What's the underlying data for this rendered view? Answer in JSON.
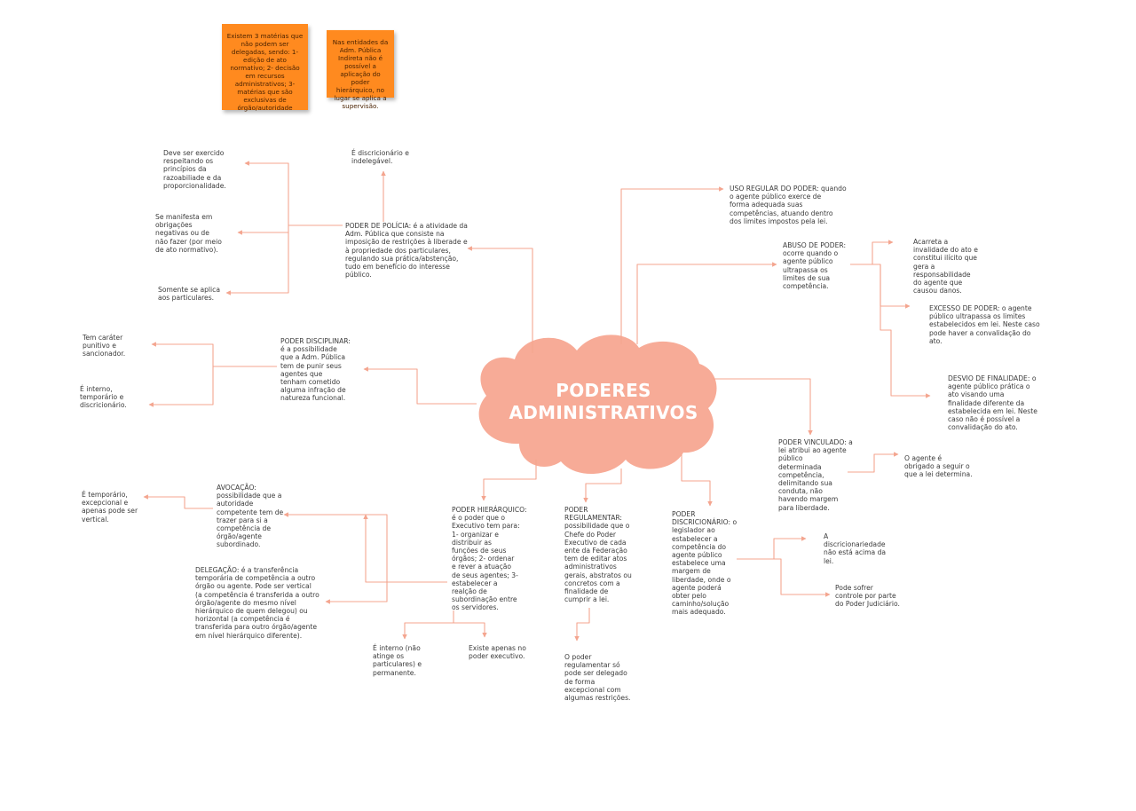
{
  "central_topic": "PODERES\nADMINISTRATIVOS",
  "colors": {
    "connector": "#f4a58f",
    "cloud": "#f7ab97",
    "sticky": "#ff8a1f"
  },
  "sticky_notes": {
    "delegacao_materias": "Existem 3 matérias que não podem ser delegadas, sendo: 1- edição de ato normativo; 2- decisão em recursos administrativos; 3- matérias que são exclusivas de órgão/autoridade",
    "indireta": "Nas entidades da Adm. Pública Indireta não é possível a aplicação do poder hierárquico, no lugar se aplica a supervisão."
  },
  "nodes": {
    "policia": "PODER DE POLÍCIA: é a atividade da\nAdm. Pública que consiste na\nimposição de restrições à liberade e\nà propriedade dos particulares,\nregulando sua prática/abstenção,\ntudo em benefício do interesse\npúblico.",
    "policia_discricionario": "É discricionário e\nindelegável.",
    "policia_razoabilidade": "Deve ser exercido\nrespeitando os\nprincípios da\nrazoabiliade e da\nproporcionalidade.",
    "policia_obrigacoes": "Se manifesta em\nobrigações\nnegativas ou de\nnão fazer (por meio\nde ato normativo).",
    "policia_particulares": "Somente se aplica\naos particulares.",
    "disciplinar": "PODER DISCIPLINAR:\né a possibilidade\nque a Adm. Pública\ntem de punir seus\nagentes que\ntenham cometido\nalguma infração de\nnatureza funcional.",
    "disciplinar_punitivo": "Tem caráter\npunitivo e\nsancionador.",
    "disciplinar_interno": "É interno,\ntemporário e\ndiscricionário.",
    "uso_regular": "USO REGULAR DO PODER: quando\no agente público exerce de\nforma adequada suas\ncompetências, atuando dentro\ndos limites impostos pela lei.",
    "abuso": "ABUSO DE PODER:\nocorre quando o\nagente público\nultrapassa os\nlimites de sua\ncompetência.",
    "abuso_invalidade": "Acarreta a\ninvalidade do ato e\nconstitui ilícito que\ngera a\nresponsabilidade\ndo agente que\ncausou danos.",
    "excesso": "EXCESSO DE PODER: o agente\npúblico ultrapassa os limites\nestabelecidos em lei. Neste caso\npode haver a convalidação do\nato.",
    "desvio": "DESVIO DE FINALIDADE: o\nagente público prática o\nato visando uma\nfinalidade diferente da\nestabelecida em lei. Neste\ncaso não é possível a\nconvalidação do ato.",
    "vinculado": "PODER VINCULADO: a\nlei atribui ao agente\npúblico\ndeterminada\ncompetência,\ndelimitando sua\nconduta, não\nhavendo margem\npara liberdade.",
    "vinculado_obrigado": "O agente é\nobrigado a seguir o\nque a lei determina.",
    "discricionario": "PODER\nDISCRICIONÁRIO: o\nlegislador ao\nestabelecer a\ncompetência do\nagente público\nestabelece uma\nmargem de\nliberdade, onde o\nagente poderá\nobter pelo\ncaminho/solução\nmais adequado.",
    "discricionario_lei": "A\ndiscricionariedade\nnão está acima da\nlei.",
    "discricionario_controle": "Pode sofrer\ncontrole por parte\ndo Poder Judiciário.",
    "regulamentar": "PODER\nREGULAMENTAR:\npossibilidade que o\nChefe do Poder\nExecutivo de cada\nente da Federação\ntem de editar atos\nadministrativos\ngerais, abstratos ou\nconcretos com a\nfinalidade de\ncumprir a lei.",
    "regulamentar_delegado": "O poder\nregulamentar só\npode ser delegado\nde forma\nexcepcional com\nalgumas restrições.",
    "hierarquico": "PODER HIERÁRQUICO:\né o poder que o\nExecutivo tem para:\n1- organizar e\ndistribuir as\nfunções de seus\nórgãos; 2- ordenar\ne rever a atuação\nde seus agentes; 3-\nestabelecer a\nrealção de\nsubordinação entre\nos servidores.",
    "hierarquico_interno": "É interno (não\natinge os\nparticulares) e\npermanente.",
    "hierarquico_executivo": "Existe apenas no\npoder executivo.",
    "avocacao": "AVOCAÇÃO:\npossibilidade que a\nautoridade\ncompetente tem de\ntrazer para si a\ncompetência de\nórgão/agente\nsubordinado.",
    "avocacao_temporario": "É temporário,\nexcepcional e\napenas pode ser\nvertical.",
    "delegacao": "DELEGAÇÃO: é a transferência\ntemporária de competência a outro\nórgão ou agente. Pode ser vertical\n(a competência é transferida a outro\nórgão/agente do mesmo nível\nhierárquico de quem delegou) ou\nhorizontal (a competência é\ntransferida para outro órgão/agente\nem nível hierárquico diferente)."
  }
}
